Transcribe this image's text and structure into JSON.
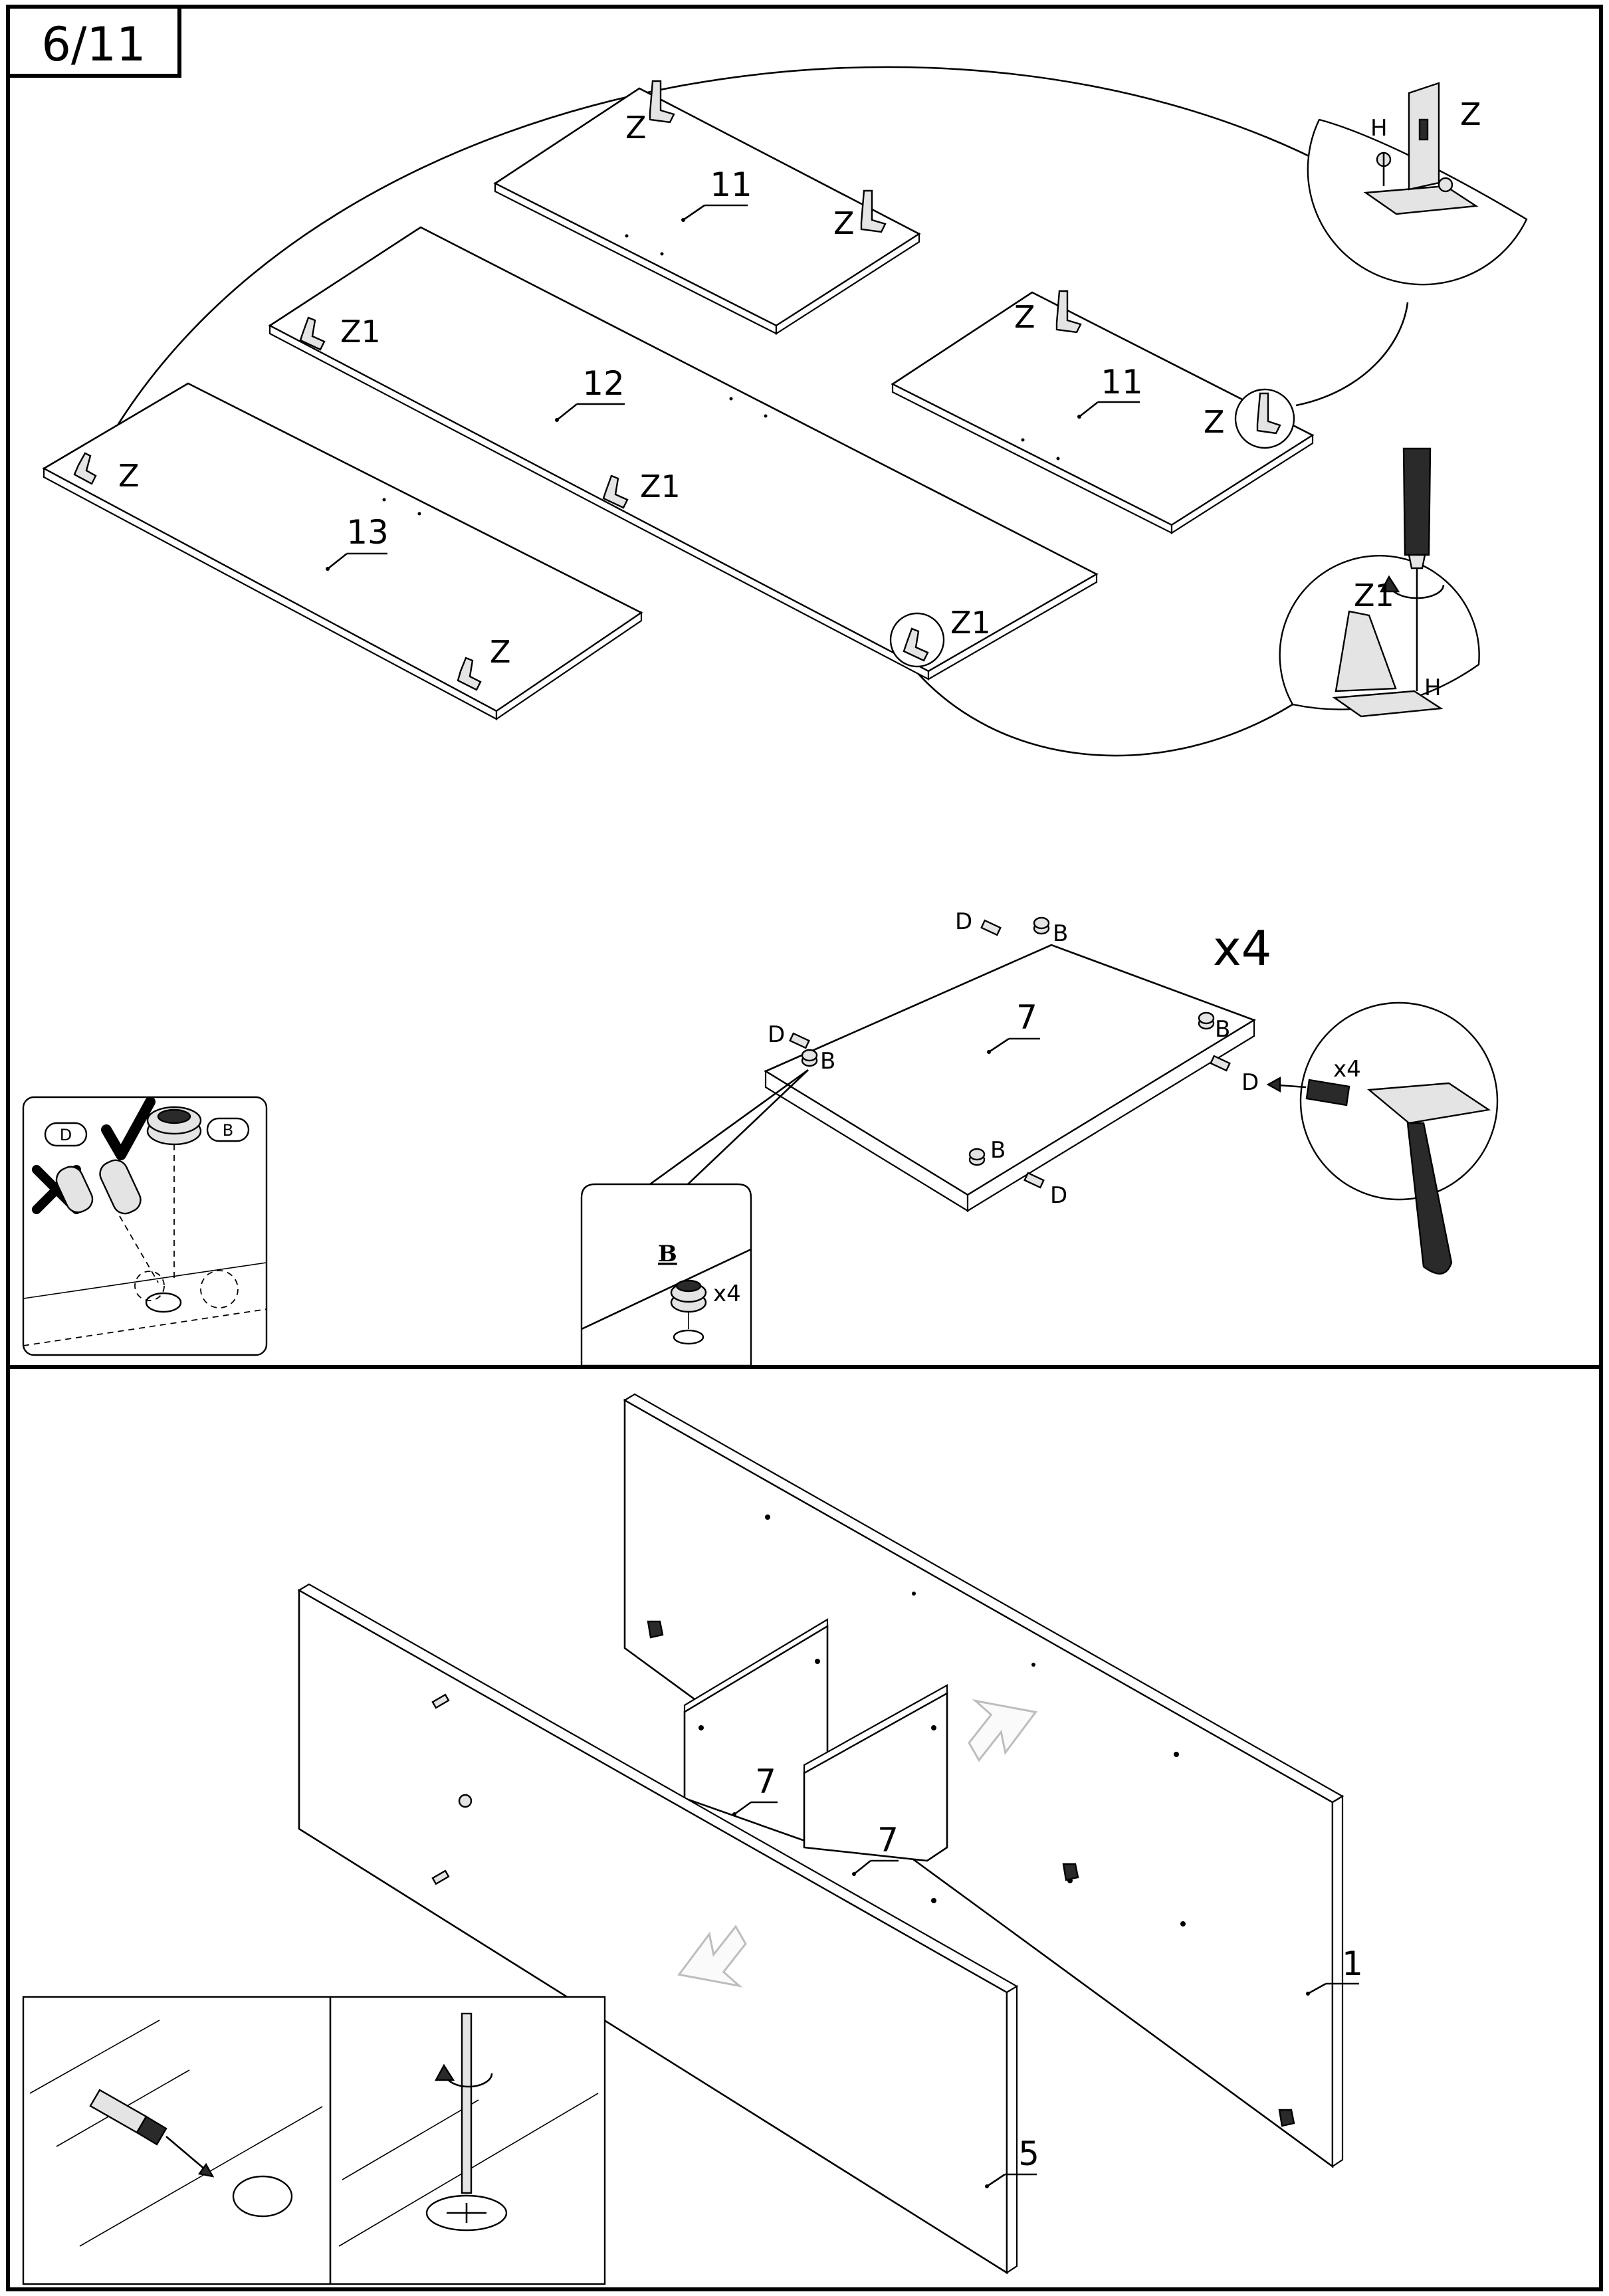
{
  "page_number": "6/11",
  "top_step": {
    "panels": [
      {
        "number": "11",
        "brackets": [
          "Z",
          "Z"
        ]
      },
      {
        "number": "12",
        "brackets": [
          "Z1",
          "Z1",
          "Z1"
        ]
      },
      {
        "number": "13",
        "brackets": [
          "Z",
          "Z"
        ]
      },
      {
        "number": "11",
        "brackets": [
          "Z",
          "Z"
        ]
      }
    ],
    "detail_z": {
      "bracket": "Z",
      "screw": "H"
    },
    "detail_z1": {
      "bracket": "Z1",
      "screw": "H"
    }
  },
  "middle_step": {
    "panel": "7",
    "quantity": "x4",
    "fittings": {
      "dowel": "D",
      "cam": "B"
    },
    "hammer_quantity": "x4",
    "cam_detail": {
      "label": "B",
      "quantity": "x4"
    },
    "inset": {
      "dowel": "D",
      "cam": "B"
    }
  },
  "bottom_step": {
    "panels": [
      "1",
      "7",
      "7",
      "5"
    ]
  },
  "icons": [
    "checkmark-icon",
    "cross-icon",
    "rotate-arrow-icon",
    "screwdriver-icon",
    "hammer-icon",
    "push-arrow-icon"
  ]
}
